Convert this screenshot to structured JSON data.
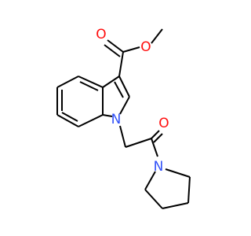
{
  "molecule": {
    "atoms": {
      "o_carbonyl_ester": {
        "label": "O",
        "color": "#ff0d0d"
      },
      "o_ether_ester": {
        "label": "O",
        "color": "#ff0d0d"
      },
      "n_indole": {
        "label": "N",
        "color": "#3050f8"
      },
      "o_amide": {
        "label": "O",
        "color": "#ff0d0d"
      },
      "n_pyrrolidine": {
        "label": "N",
        "color": "#3050f8"
      }
    },
    "bond_color": "#000000"
  }
}
